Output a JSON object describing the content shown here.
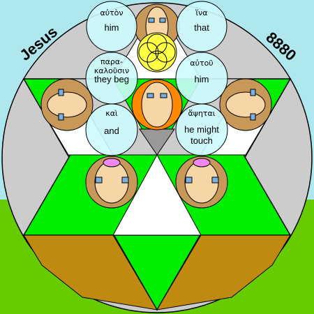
{
  "header": {
    "left_label": "Jesus",
    "right_label": "8880"
  },
  "bubbles": [
    {
      "greek": "αὐτὸν",
      "english": "him"
    },
    {
      "greek": "ἵνα",
      "english": "that"
    },
    {
      "greek": "παρα-καλοῦσιν",
      "greek_line1": "παρα-",
      "greek_line2": "καλοῦσιν",
      "english": "they beg"
    },
    {
      "greek": "αὐτοῦ",
      "english": "him"
    },
    {
      "greek": "καὶ",
      "english": "and"
    },
    {
      "greek": "ἅψηται",
      "english": "he might touch",
      "english_line1": "he might",
      "english_line2": "touch"
    }
  ],
  "colors": {
    "sky": "#aee8ee",
    "grass": "#66cc00",
    "circle": "#cccccc",
    "triangle": "#00ee00",
    "brown": "#c08a10",
    "bubble": "#ccfbfd",
    "face": "#c89858",
    "skin": "#f6d6a6",
    "orange": "#ff8800",
    "yellow": "#ffff44"
  }
}
